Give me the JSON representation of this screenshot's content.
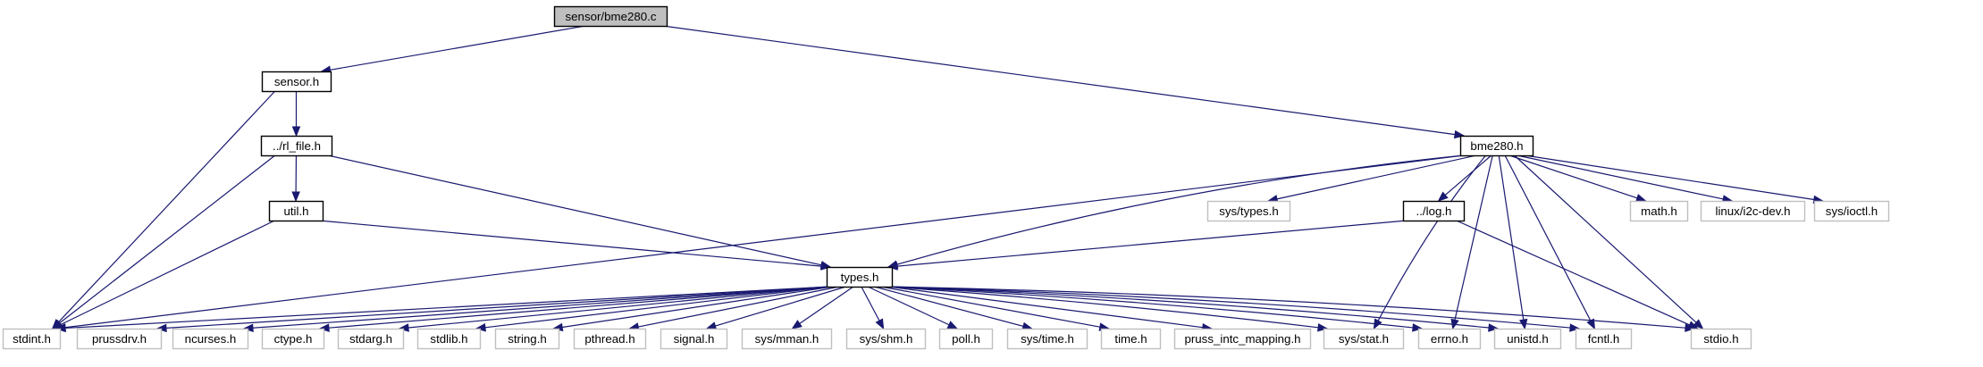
{
  "colors": {
    "edge": "#191970",
    "box_border": "#000000",
    "external_border": "#bfbfbf",
    "root_fill": "#bfbfbf",
    "fill": "#ffffff"
  },
  "nodes": {
    "root": "sensor/bme280.c",
    "sensor_h": "sensor.h",
    "rl_file_h": "../rl_file.h",
    "util_h": "util.h",
    "bme280_h": "bme280.h",
    "log_h": "../log.h",
    "types_h": "types.h",
    "sys_types_h": "sys/types.h",
    "math_h": "math.h",
    "linux_i2c_dev_h": "linux/i2c-dev.h",
    "sys_ioctl_h": "sys/ioctl.h",
    "stdint_h": "stdint.h",
    "prussdrv_h": "prussdrv.h",
    "ncurses_h": "ncurses.h",
    "ctype_h": "ctype.h",
    "stdarg_h": "stdarg.h",
    "stdlib_h": "stdlib.h",
    "string_h": "string.h",
    "pthread_h": "pthread.h",
    "signal_h": "signal.h",
    "sys_mman_h": "sys/mman.h",
    "sys_shm_h": "sys/shm.h",
    "poll_h": "poll.h",
    "sys_time_h": "sys/time.h",
    "time_h": "time.h",
    "pruss_intc_mapping_h": "pruss_intc_mapping.h",
    "sys_stat_h": "sys/stat.h",
    "errno_h": "errno.h",
    "unistd_h": "unistd.h",
    "fcntl_h": "fcntl.h",
    "stdio_h": "stdio.h"
  }
}
